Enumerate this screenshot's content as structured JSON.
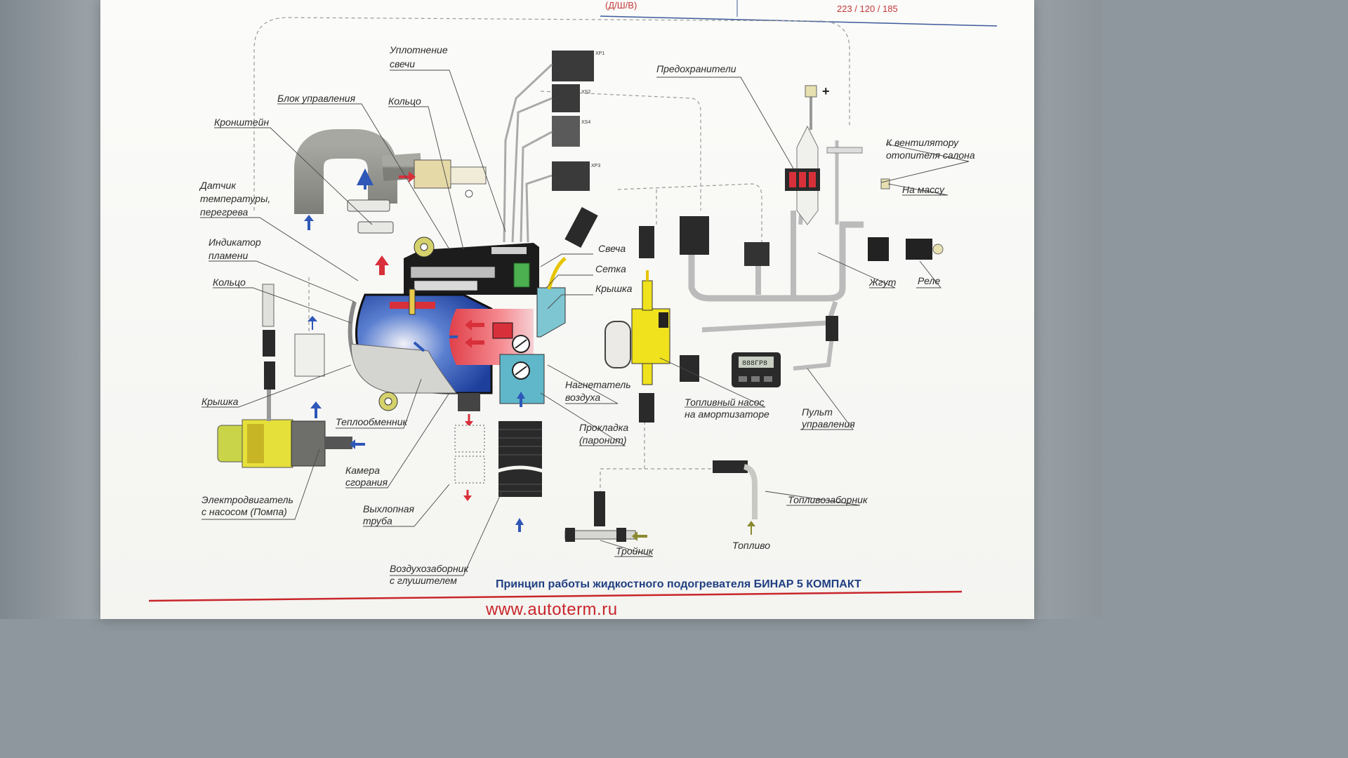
{
  "header": {
    "left_code": "(Д/Ш/В)",
    "dimensions": "223 / 120 / 185"
  },
  "labels": {
    "uplotnenie": [
      "Уплотнение",
      "свечи"
    ],
    "blok": "Блок управления",
    "kolco_top": "Кольцо",
    "kronshtein": "Кронштейн",
    "datchik": [
      "Датчик",
      "температуры,",
      "перегрева"
    ],
    "indikator": [
      "Индикатор",
      "пламени"
    ],
    "kolco_left": "Кольцо",
    "kryshka_left": "Крышка",
    "teploobmennik": "Теплообменник",
    "kamera": [
      "Камера",
      "сгорания"
    ],
    "elektrodvigatel": [
      "Электродвигатель",
      "с насосом (Помпа)"
    ],
    "vyhlopnaya": [
      "Выхлопная",
      "труба"
    ],
    "vozduhozabornik": [
      "Воздухозаборник",
      "с глушителем"
    ],
    "svecha": "Свеча",
    "setka": "Сетка",
    "kryshka_right": "Крышка",
    "nagnetatel": [
      "Нагнетатель",
      "воздуха"
    ],
    "prokladka": [
      "Прокладка",
      "(паронит)"
    ],
    "toplivnyi_nasos": [
      "Топливный насос",
      "на амортизаторе"
    ],
    "troinik": "Тройник",
    "toplivozabornik": "Топливозаборник",
    "toplivo": "Топливо",
    "predohraniteli": "Предохранители",
    "k_ventilyatoru": [
      "К вентилятору",
      "отопителя салона"
    ],
    "na_massu": "На массу",
    "zhgut": "Жгут",
    "rele": "Реле",
    "pult": [
      "Пульт",
      "управления"
    ],
    "plus": "+"
  },
  "connectors": {
    "xp1": "XP1",
    "xs2": "XS2",
    "xs4": "XS4",
    "xp3": "XP3"
  },
  "panel_display": "888ГР8",
  "footer": {
    "caption": "Принцип работы жидкостного подогревателя БИНАР 5 КОМПАКТ",
    "website": "www.autoterm.ru"
  },
  "colors": {
    "accent_red": "#c8262a",
    "caption_blue": "#1f3f82",
    "flow_blue": "#2e57b8",
    "flow_red": "#d8303a",
    "pump_yellow": "#e6e03a",
    "fuel_pump_yellow": "#f0e21c"
  }
}
